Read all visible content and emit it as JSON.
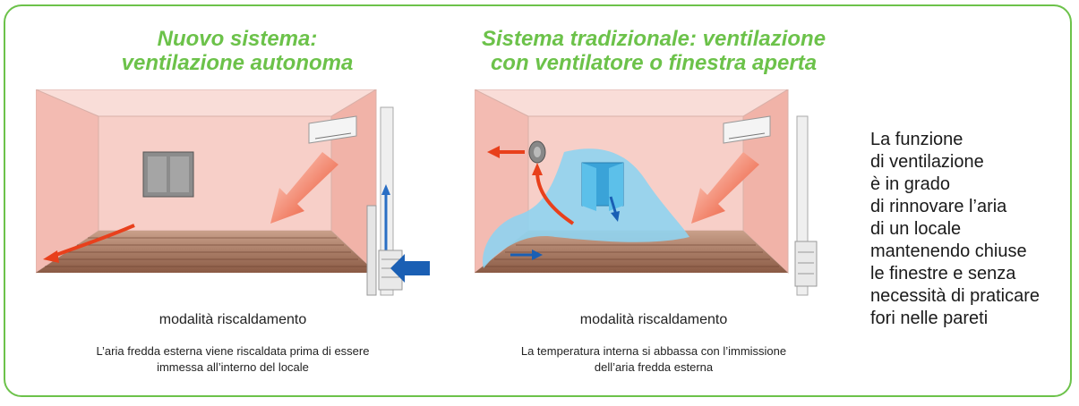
{
  "left_panel": {
    "title_lines": [
      "Nuovo sistema:",
      "ventilazione autonoma"
    ],
    "mode_label": "modalità riscaldamento",
    "caption_lines": [
      "L’aria fredda esterna viene riscaldata prima di essere",
      "immessa all’interno del locale"
    ]
  },
  "right_panel": {
    "title_lines": [
      "Sistema tradizionale: ventilazione",
      "con ventilatore o finestra aperta"
    ],
    "mode_label": "modalità riscaldamento",
    "caption_lines": [
      "La temperatura interna si abbassa con l’immissione",
      "dell’aria fredda esterna"
    ]
  },
  "side_text_lines": [
    "La funzione",
    "di ventilazione",
    "è in grado",
    "di rinnovare l’aria",
    "di un locale",
    "mantenendo chiuse",
    "le finestre e senza",
    "necessità di praticare",
    "fori nelle pareti"
  ],
  "colors": {
    "border": "#6cc24a",
    "title": "#6cc24a",
    "warm_room": "#f6c6bf",
    "cold_air": "#8fd3f0",
    "warm_arrow": "#e8401c",
    "cold_arrow": "#1a5fb4"
  }
}
